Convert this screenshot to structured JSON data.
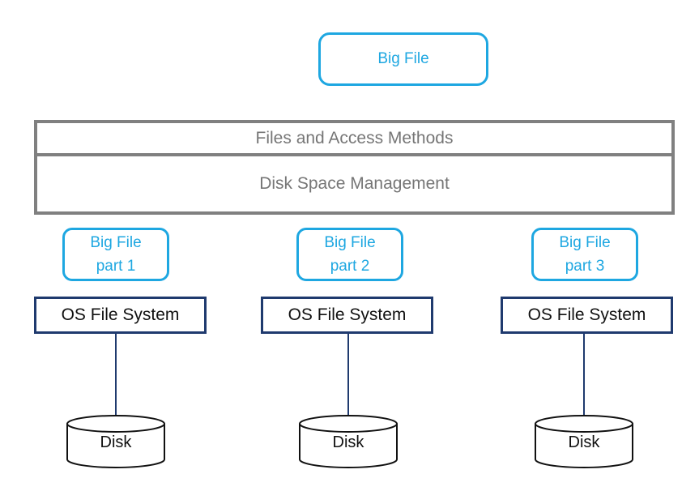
{
  "top": {
    "label": "Big File"
  },
  "layers": [
    {
      "label": "Files and Access Methods"
    },
    {
      "label": "Disk Space Management"
    }
  ],
  "columns": [
    {
      "part_line1": "Big File",
      "part_line2": "part 1",
      "os_label": "OS File System",
      "disk_label": "Disk"
    },
    {
      "part_line1": "Big File",
      "part_line2": "part 2",
      "os_label": "OS File System",
      "disk_label": "Disk"
    },
    {
      "part_line1": "Big File",
      "part_line2": "part 3",
      "os_label": "OS File System",
      "disk_label": "Disk"
    }
  ],
  "colors": {
    "accent": "#1ea7e1",
    "layer_border": "#808080",
    "os_border": "#1f3a6e"
  }
}
